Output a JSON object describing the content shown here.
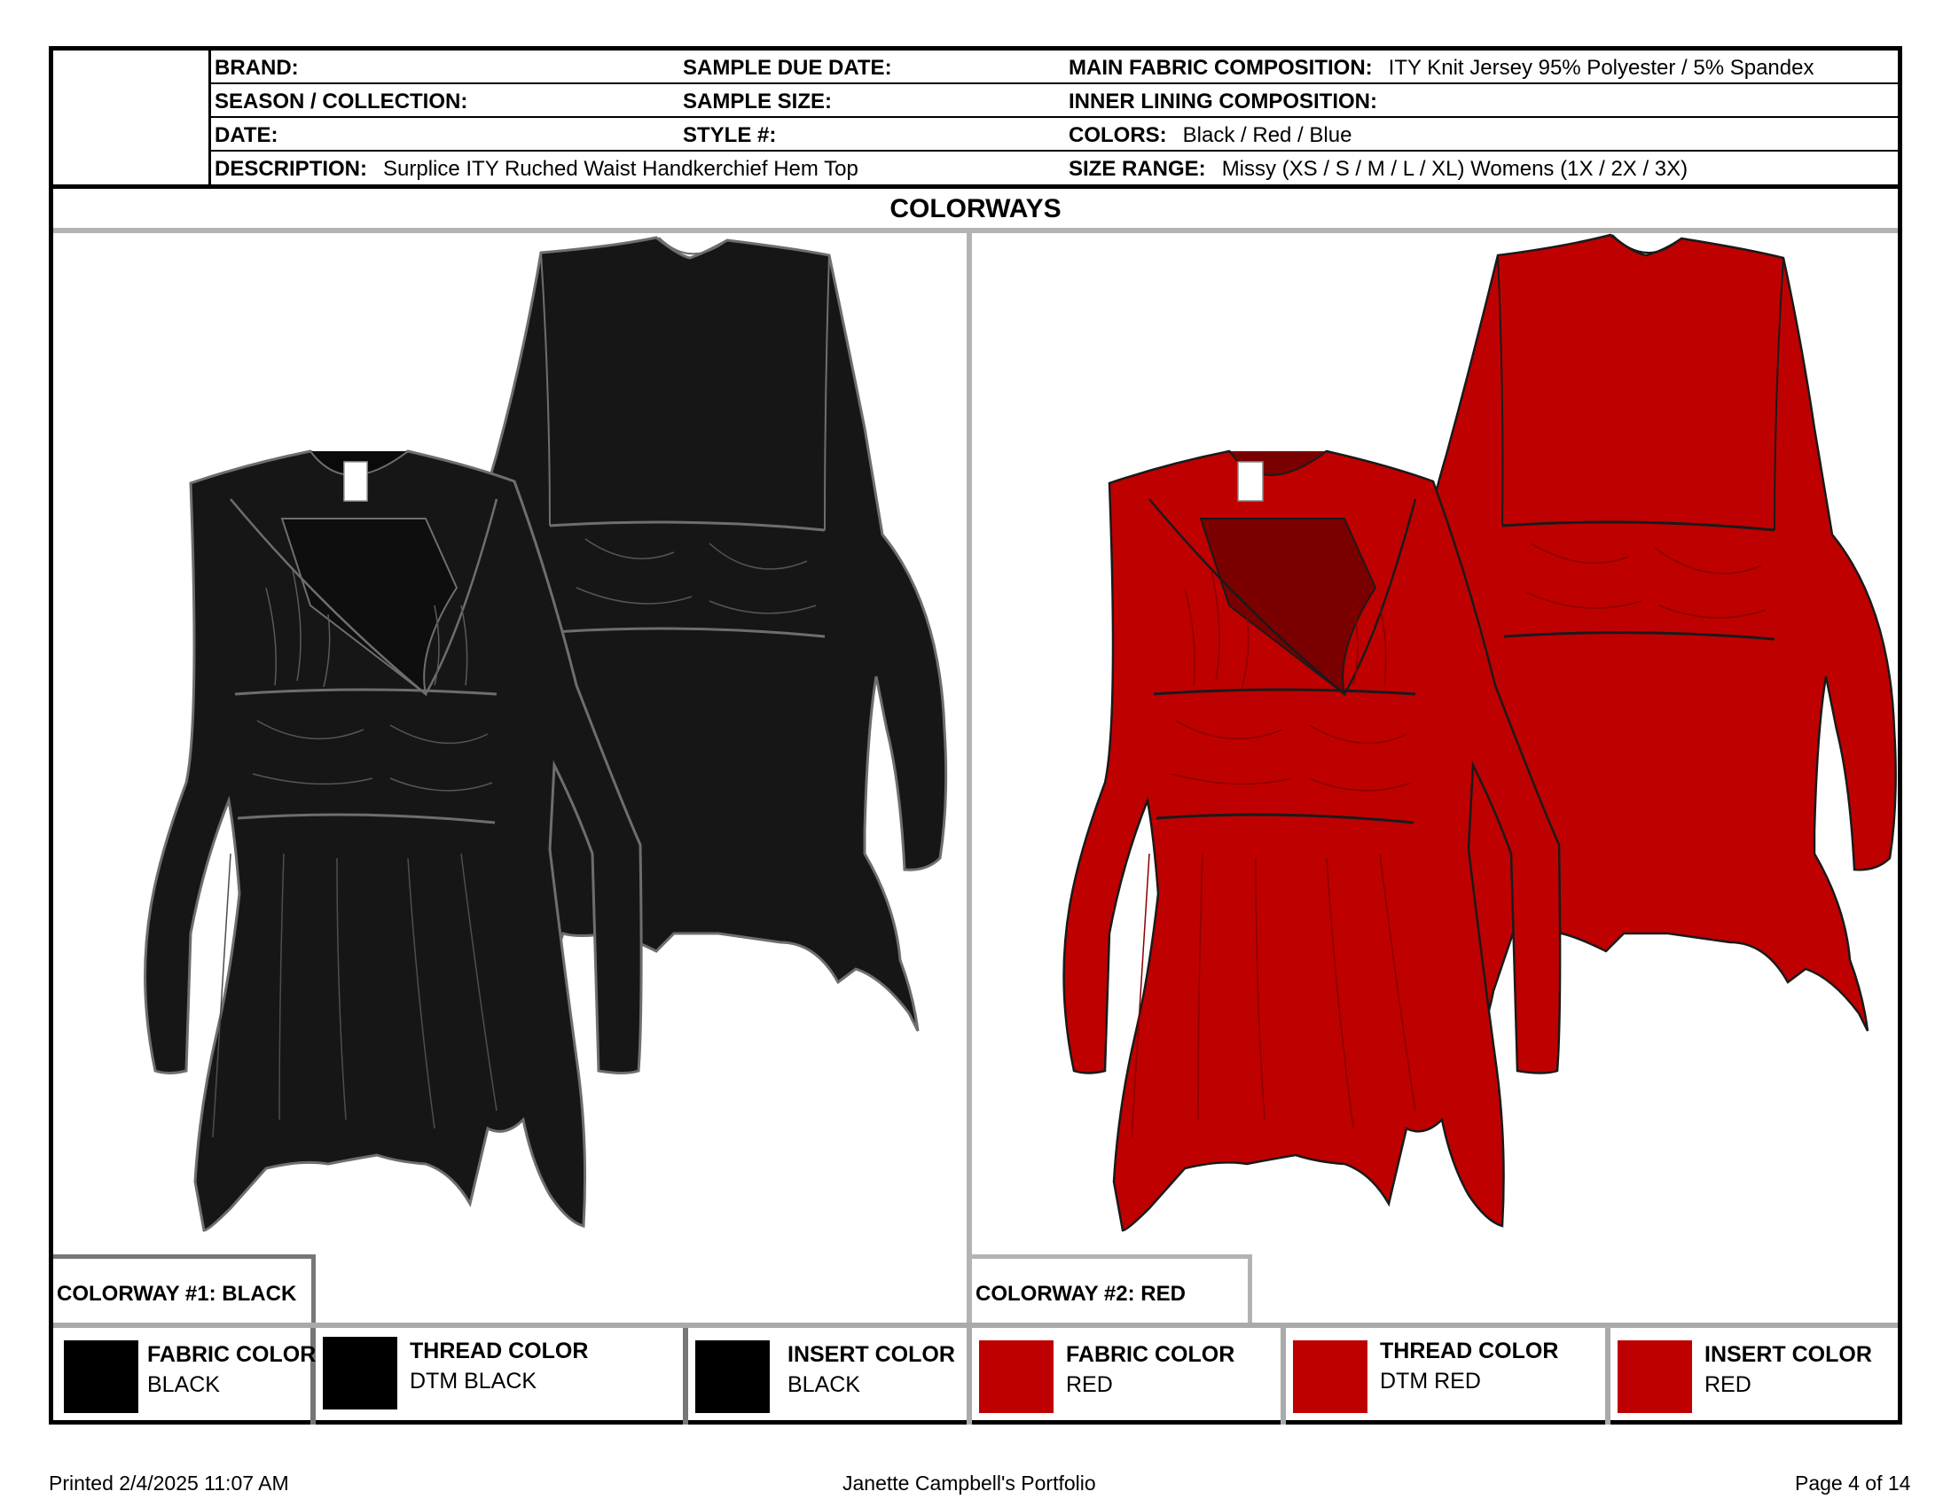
{
  "header": {
    "brand_label": "BRAND:",
    "season_label": "SEASON / COLLECTION:",
    "date_label": "DATE:",
    "description_label": "DESCRIPTION:",
    "description_value": "Surplice ITY Ruched Waist Handkerchief Hem Top",
    "sample_due_label": "SAMPLE DUE DATE:",
    "sample_size_label": "SAMPLE SIZE:",
    "style_label": "STYLE #:",
    "main_fabric_label": "MAIN FABRIC COMPOSITION:",
    "main_fabric_value": "ITY Knit Jersey 95% Polyester / 5% Spandex",
    "inner_lining_label": "INNER LINING COMPOSITION:",
    "colors_label": "COLORS:",
    "colors_value": "Black / Red / Blue",
    "size_range_label": "SIZE RANGE:",
    "size_range_value": "Missy (XS / S / M / L / XL) Womens (1X / 2X / 3X)"
  },
  "section_title": "COLORWAYS",
  "colorways": [
    {
      "label": "COLORWAY #1: BLACK",
      "fabric_hex": "#161616",
      "swatches": [
        {
          "label": "FABRIC COLOR",
          "value": "BLACK",
          "hex": "#000000"
        },
        {
          "label": "THREAD COLOR",
          "value": "DTM BLACK",
          "hex": "#000000"
        },
        {
          "label": "INSERT COLOR",
          "value": "BLACK",
          "hex": "#000000"
        }
      ]
    },
    {
      "label": "COLORWAY #2: RED",
      "fabric_hex": "#bf0000",
      "swatches": [
        {
          "label": "FABRIC COLOR",
          "value": "RED",
          "hex": "#bf0000"
        },
        {
          "label": "THREAD COLOR",
          "value": "DTM RED",
          "hex": "#bf0000"
        },
        {
          "label": "INSERT COLOR",
          "value": "RED",
          "hex": "#bf0000"
        }
      ]
    }
  ],
  "footer": {
    "printed": "Printed 2/4/2025 11:07 AM",
    "portfolio": "Janette Campbell's Portfolio",
    "page": "Page 4 of 14"
  }
}
